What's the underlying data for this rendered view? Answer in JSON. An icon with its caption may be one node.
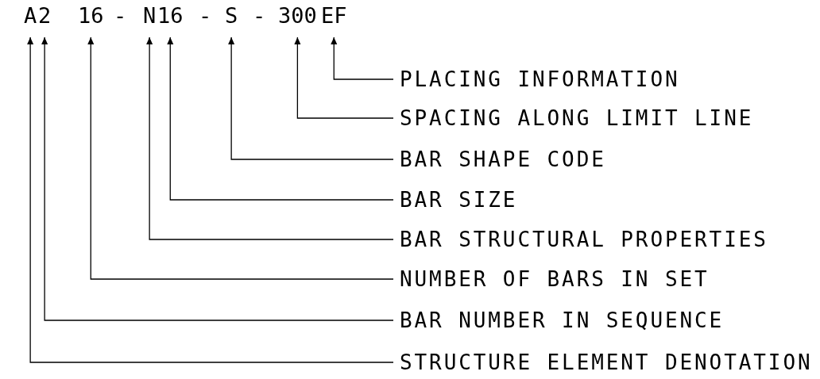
{
  "diagram": {
    "nodes": [
      {
        "text": [
          "A"
        ]
      },
      {
        "text": [
          "2"
        ]
      },
      {
        "text": [
          "16"
        ]
      },
      {
        "text": [
          "N"
        ]
      },
      {
        "text": [
          "16"
        ]
      },
      {
        "text": [
          "S"
        ]
      },
      {
        "text": [
          "300"
        ]
      },
      {
        "text": [
          "EF"
        ]
      },
      {
        "text": [
          "PLACING INFORMATION"
        ]
      },
      {
        "text": [
          "SPACING ALONG LIMIT LINE"
        ]
      },
      {
        "text": [
          "BAR SHAPE CODE"
        ]
      },
      {
        "text": [
          "BAR SIZE"
        ]
      },
      {
        "text": [
          "BAR STRUCTURAL PROPERTIES"
        ]
      },
      {
        "text": [
          "NUMBER OF BARS IN SET"
        ]
      },
      {
        "text": [
          "BAR NUMBER IN SEQUENCE"
        ]
      },
      {
        "text": [
          "STRUCTURE ELEMENT DENOTATION"
        ]
      }
    ],
    "edges": [
      {
        "from": 8,
        "to": 7,
        "arrow": "to"
      },
      {
        "from": 9,
        "to": 6,
        "arrow": "to"
      },
      {
        "from": 10,
        "to": 5,
        "arrow": "to"
      },
      {
        "from": 11,
        "to": 4,
        "arrow": "to"
      },
      {
        "from": 12,
        "to": 3,
        "arrow": "to"
      },
      {
        "from": 13,
        "to": 2,
        "arrow": "to"
      },
      {
        "from": 14,
        "to": 1,
        "arrow": "to"
      },
      {
        "from": 15,
        "to": 0,
        "arrow": "to"
      }
    ],
    "labels": [
      "-",
      "-",
      "-"
    ]
  }
}
